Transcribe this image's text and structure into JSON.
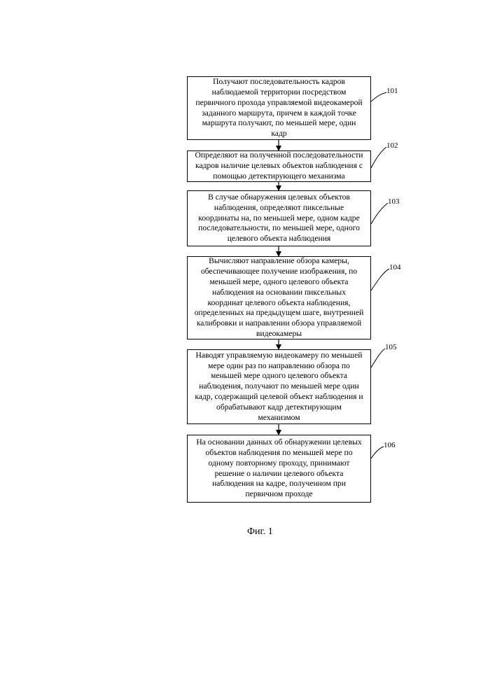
{
  "steps": [
    {
      "ref": "101",
      "lines": [
        "Получают последовательность кадров",
        "наблюдаемой территории посредством",
        "первичного прохода управляемой видеокамерой",
        "заданного маршрута, причем в каждой точке",
        "маршрута получают, по меньшей мере, один",
        "кадр"
      ]
    },
    {
      "ref": "102",
      "lines": [
        "Определяют на полученной последовательности",
        "кадров наличие целевых объектов наблюдения с",
        "помощью детектирующего механизма"
      ]
    },
    {
      "ref": "103",
      "lines": [
        "В случае обнаружения целевых объектов",
        "наблюдения, определяют пиксельные",
        "координаты на, по меньшей мере, одном кадре",
        "последовательности, по меньшей мере, одного",
        "целевого объекта наблюдения"
      ]
    },
    {
      "ref": "104",
      "lines": [
        "Вычисляют направление обзора камеры,",
        "обеспечивающее получение изображения, по",
        "меньшей мере, одного целевого объекта",
        "наблюдения на основании пиксельных",
        "координат целевого объекта наблюдения,",
        "определенных на предыдущем шаге, внутренней",
        "калибровки и направлении обзора управляемой",
        "видеокамеры"
      ]
    },
    {
      "ref": "105",
      "lines": [
        "Наводят управляемую видеокамеру по меньшей",
        "мере один раз по направлению обзора по",
        "меньшей мере одного целевого объекта",
        "наблюдения, получают по меньшей мере один",
        "кадр, содержащий целевой объект наблюдения и",
        "обрабатывают кадр детектирующим",
        "механизмом"
      ]
    },
    {
      "ref": "106",
      "lines": [
        "На основании данных об обнаружении целевых",
        "объектов наблюдения по меньшей мере по",
        "одному повторному проходу, принимают",
        "решение о наличии целевого объекта",
        "наблюдения на кадре, полученном при",
        "первичном проходе"
      ]
    }
  ],
  "caption": "Фиг. 1"
}
